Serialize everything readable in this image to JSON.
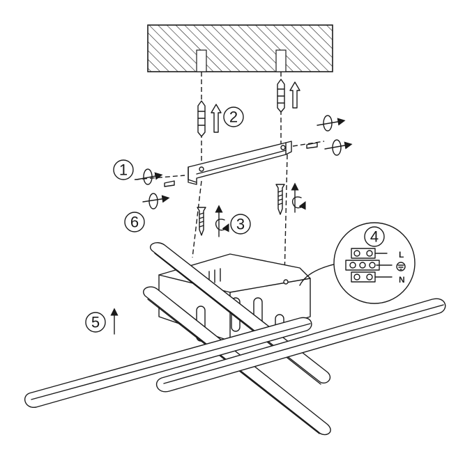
{
  "steps": [
    "1",
    "2",
    "3",
    "4",
    "5",
    "6"
  ],
  "terminals": {
    "live": "L",
    "neutral": "N"
  },
  "colors": {
    "line": "#1a1a1a",
    "background": "#ffffff"
  },
  "icons": {
    "ground": "earth-ground-symbol",
    "rotate": "rotation-arrow-icon",
    "up": "up-arrow-icon"
  }
}
